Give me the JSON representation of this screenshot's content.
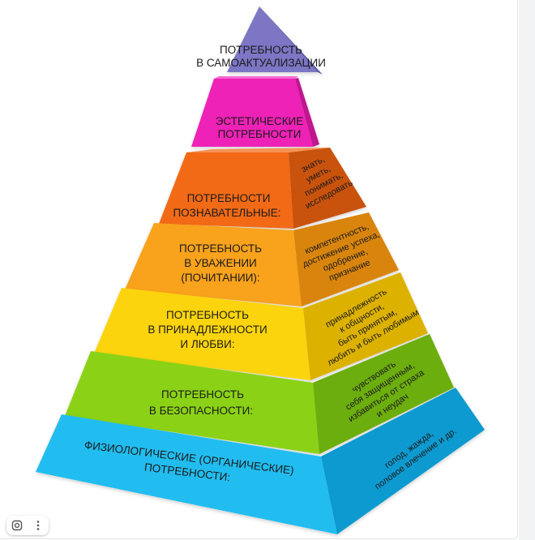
{
  "pyramid": {
    "levels": [
      {
        "front": "#7b76c4",
        "side": "#5a56a3",
        "lines": [
          "ПОТРЕБНОСТЬ",
          "В САМОАКТУАЛИЗАЦИИ"
        ],
        "side_lines": []
      },
      {
        "front": "#ee22b6",
        "side": "#c0148f",
        "lines": [
          "ЭСТЕТИЧЕСКИЕ",
          "ПОТРЕБНОСТИ"
        ],
        "side_lines": []
      },
      {
        "front": "#f26b16",
        "side": "#c9520b",
        "lines": [
          "ПОТРЕБНОСТИ",
          "ПОЗНАВАТЕЛЬНЫЕ:"
        ],
        "side_lines": [
          "знать,",
          "уметь,",
          "понимать,",
          "исследовать"
        ]
      },
      {
        "front": "#f9a21a",
        "side": "#d9850d",
        "lines": [
          "ПОТРЕБНОСТЬ",
          "В УВАЖЕНИИ",
          "(ПОЧИТАНИИ):"
        ],
        "side_lines": [
          "компетентность,",
          "достижение успеха,",
          "одобрение,",
          "признание"
        ]
      },
      {
        "front": "#fbd40f",
        "side": "#dcb106",
        "lines": [
          "ПОТРЕБНОСТЬ",
          "В ПРИНАДЛЕЖНОСТИ",
          "И ЛЮБВИ:"
        ],
        "side_lines": [
          "принадлежность",
          "к общности,",
          "быть принятым,",
          "любить и быть любимым"
        ]
      },
      {
        "front": "#8bd219",
        "side": "#6cae0f",
        "lines": [
          "ПОТРЕБНОСТЬ",
          "В БЕЗОПАСНОСТИ:"
        ],
        "side_lines": [
          "чувствовать",
          "себя защищенным,",
          "избавиться от страха",
          "и неудач"
        ]
      },
      {
        "front": "#22bdf0",
        "side": "#119ad0",
        "lines": [
          "ФИЗИОЛОГИЧЕСКИЕ (ОРГАНИЧЕСКИЕ)",
          "ПОТРЕБНОСТИ:"
        ],
        "side_lines": [
          "голод, жажда,",
          "половое влечение и др."
        ]
      }
    ]
  },
  "toolbar": {
    "lens_icon": "lens-icon",
    "more_icon": "more-vert-icon"
  }
}
